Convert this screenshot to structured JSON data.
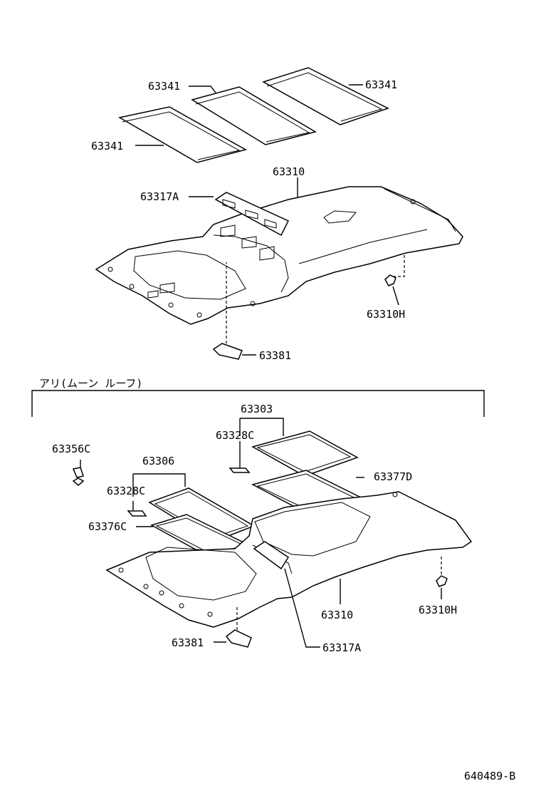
{
  "upper": {
    "pad_a": "63341",
    "pad_b": "63341",
    "pad_c": "63341",
    "headlining": "63310",
    "grommet": "63317A",
    "clip": "63310H",
    "lamp_holder": "63381"
  },
  "lower": {
    "section_title": "アリ(ムーン ルーフ)",
    "moonroof_trim": "63303",
    "clip_top": "63328C",
    "clip_right_stud": "63356C",
    "rear_trim": "63306",
    "clip_left": "63328C",
    "seal_left": "63376C",
    "seal_right": "63377D",
    "headlining": "63310",
    "clip": "63310H",
    "lamp_holder": "63381",
    "grommet": "63317A"
  },
  "footer": {
    "drawing_code": "640489-B"
  }
}
